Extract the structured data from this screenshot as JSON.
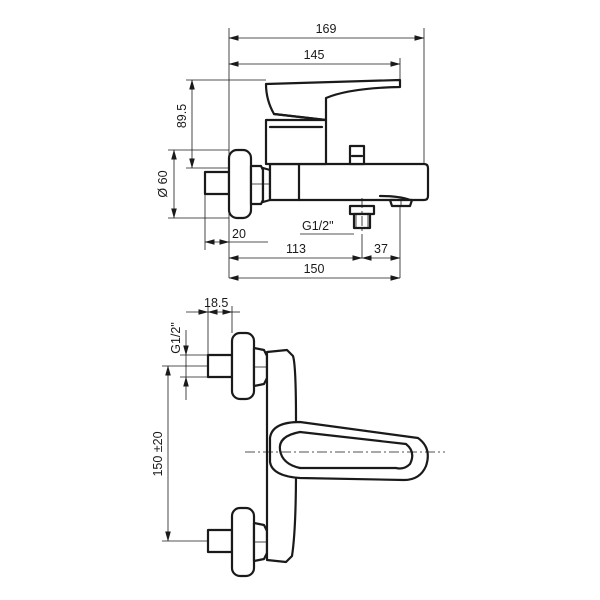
{
  "side_view": {
    "overall_length": "169",
    "lever_length": "145",
    "height": "89.5",
    "wall_diameter": "Ø 60",
    "inlet_depth": "20",
    "outlet_thread": "G1/2\"",
    "outlet_offset": "113",
    "outlet_to_spout": "37",
    "spout_length": "150"
  },
  "front_view": {
    "nut_width": "18.5",
    "inlet_thread": "G1/2\"",
    "centre_distance": "150 ±20"
  }
}
